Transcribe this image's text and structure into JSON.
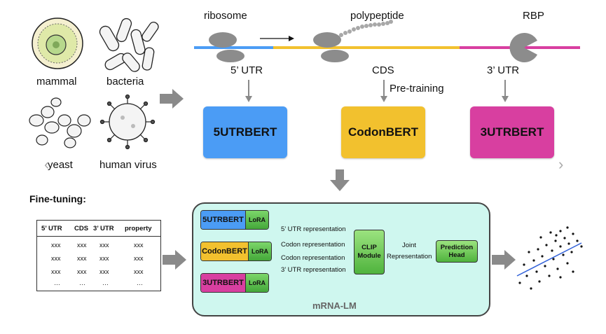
{
  "organisms": [
    "mammal",
    "bacteria",
    "yeast",
    "human virus"
  ],
  "track": {
    "labels": [
      "5’ UTR",
      "CDS",
      "3’ UTR"
    ],
    "ribosome": "ribosome",
    "polypeptide": "polypeptide",
    "rbp": "RBP",
    "pretraining": "Pre-training"
  },
  "models": [
    "5UTRBERT",
    "CodonBERT",
    "3UTRBERT"
  ],
  "finetune": {
    "title": "Fine-tuning:",
    "table": {
      "headers": [
        "5’ UTR",
        "CDS",
        "3’ UTR",
        "property"
      ],
      "rows": [
        [
          "xxx",
          "xxx",
          "xxx",
          "xxx"
        ],
        [
          "xxx",
          "xxx",
          "xxx",
          "xxx"
        ],
        [
          "xxx",
          "xxx",
          "xxx",
          "xxx"
        ],
        [
          "…",
          "…",
          "…",
          "…"
        ]
      ]
    }
  },
  "mrna_lm": {
    "title": "mRNA-LM",
    "lora": "LoRA",
    "encoders": [
      "5UTRBERT",
      "CodonBERT",
      "3UTRBERT"
    ],
    "representations": [
      "5’ UTR representation",
      "Codon representation",
      "Codon representation",
      "3’ UTR representation"
    ],
    "clip": "CLIP Module",
    "joint": "Joint",
    "representation": "Representation",
    "head": "Prediction Head"
  },
  "colors": {
    "utr5": "#4b9cf5",
    "cds": "#f2c12e",
    "utr3": "#d83fa0",
    "lm_bg": "#cff7ef"
  }
}
